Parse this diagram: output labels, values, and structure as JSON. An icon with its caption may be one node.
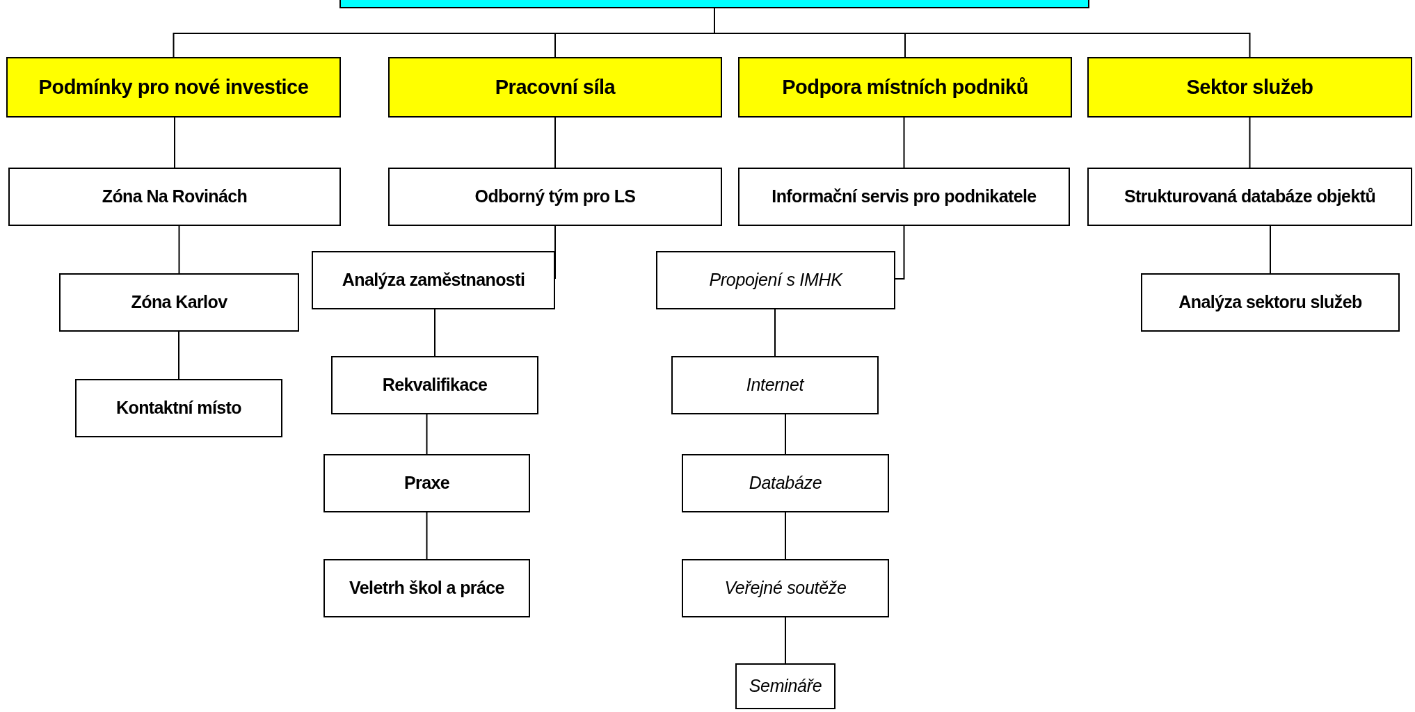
{
  "diagram": {
    "nodes": [
      {
        "text": [],
        "shape": "box"
      },
      {
        "text": [
          "Podmínky pro nové investice"
        ]
      },
      {
        "text": [
          "Pracovní síla"
        ]
      },
      {
        "text": [
          "Podpora místních podniků"
        ]
      },
      {
        "text": [
          "Sektor služeb"
        ]
      },
      {
        "text": [
          "Zóna Na Rovinách"
        ]
      },
      {
        "text": [
          "Odborný tým pro LS"
        ]
      },
      {
        "text": [
          "Informační servis pro podnikatele"
        ]
      },
      {
        "text": [
          "Strukturovaná databáze objektů"
        ]
      },
      {
        "text": [
          "Analýza zaměstnanosti"
        ]
      },
      {
        "text": [
          "Propojení s IMHK"
        ]
      },
      {
        "text": [
          "Zóna Karlov"
        ]
      },
      {
        "text": [
          "Analýza sektoru služeb"
        ]
      },
      {
        "text": [
          "Rekvalifikace"
        ]
      },
      {
        "text": [
          "Internet"
        ]
      },
      {
        "text": [
          "Kontaktní místo"
        ]
      },
      {
        "text": [
          "Praxe"
        ]
      },
      {
        "text": [
          "Databáze"
        ]
      },
      {
        "text": [
          "Veletrh škol a práce"
        ]
      },
      {
        "text": [
          "Veřejné soutěže"
        ]
      },
      {
        "text": [
          "Semináře"
        ]
      }
    ],
    "edges": [
      {
        "from": 0,
        "to": 1,
        "arrow": "none"
      },
      {
        "from": 0,
        "to": 2,
        "arrow": "none"
      },
      {
        "from": 0,
        "to": 3,
        "arrow": "none"
      },
      {
        "from": 0,
        "to": 4,
        "arrow": "none"
      },
      {
        "from": 1,
        "to": 5,
        "arrow": "none"
      },
      {
        "from": 2,
        "to": 6,
        "arrow": "none"
      },
      {
        "from": 3,
        "to": 7,
        "arrow": "none"
      },
      {
        "from": 4,
        "to": 8,
        "arrow": "none"
      },
      {
        "from": 5,
        "to": 11,
        "arrow": "none"
      },
      {
        "from": 11,
        "to": 15,
        "arrow": "none"
      },
      {
        "from": 6,
        "to": 9,
        "arrow": "none"
      },
      {
        "from": 9,
        "to": 13,
        "arrow": "none"
      },
      {
        "from": 13,
        "to": 16,
        "arrow": "none"
      },
      {
        "from": 16,
        "to": 18,
        "arrow": "none"
      },
      {
        "from": 7,
        "to": 10,
        "arrow": "none"
      },
      {
        "from": 10,
        "to": 14,
        "arrow": "none"
      },
      {
        "from": 14,
        "to": 17,
        "arrow": "none"
      },
      {
        "from": 17,
        "to": 19,
        "arrow": "none"
      },
      {
        "from": 19,
        "to": 20,
        "arrow": "none"
      },
      {
        "from": 8,
        "to": 12,
        "arrow": "none"
      }
    ]
  }
}
